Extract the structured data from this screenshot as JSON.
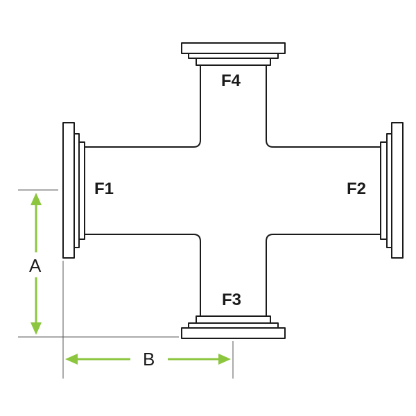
{
  "ports": {
    "f1": "F1",
    "f2": "F2",
    "f3": "F3",
    "f4": "F4"
  },
  "dimensions": {
    "a": "A",
    "b": "B"
  },
  "colors": {
    "line": "#1a1a1a",
    "dimension": "#8cc63f",
    "extension": "#555555"
  }
}
